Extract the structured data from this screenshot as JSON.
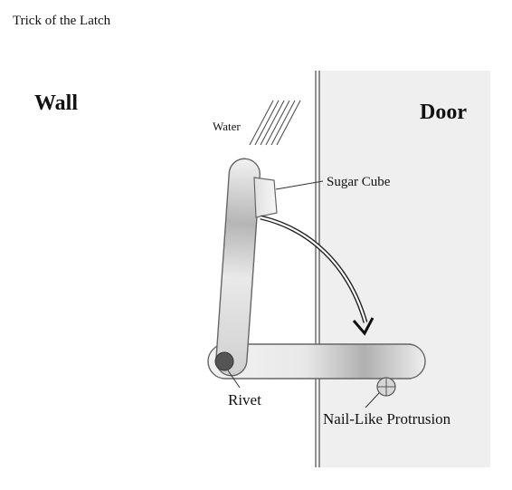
{
  "title": "Trick of the Latch",
  "labels": {
    "wall": "Wall",
    "door": "Door",
    "water": "Water",
    "sugar_cube": "Sugar Cube",
    "rivet": "Rivet",
    "nail": "Nail-Like Protrusion"
  },
  "colors": {
    "door_fill": "#efefef",
    "edge": "#666666",
    "latch_light": "#f4f4f4",
    "latch_mid": "#b8b8b8",
    "rivet": "#555555",
    "text": "#111111"
  }
}
